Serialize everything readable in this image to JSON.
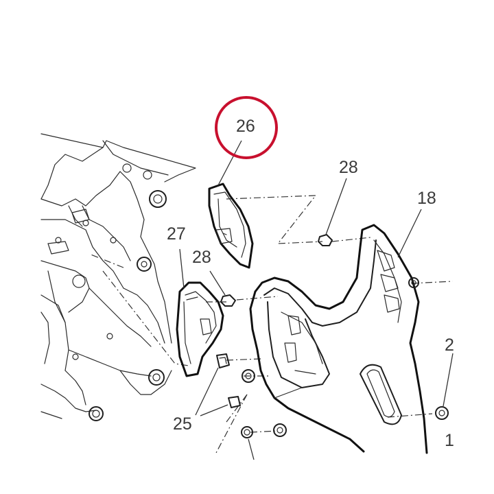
{
  "highlight_color": "#c8102e",
  "callouts": {
    "c26": "26",
    "c28a": "28",
    "c18": "18",
    "c27": "27",
    "c28b": "28",
    "c25": "25",
    "c2_partial": "2",
    "c1_partial": "1"
  }
}
